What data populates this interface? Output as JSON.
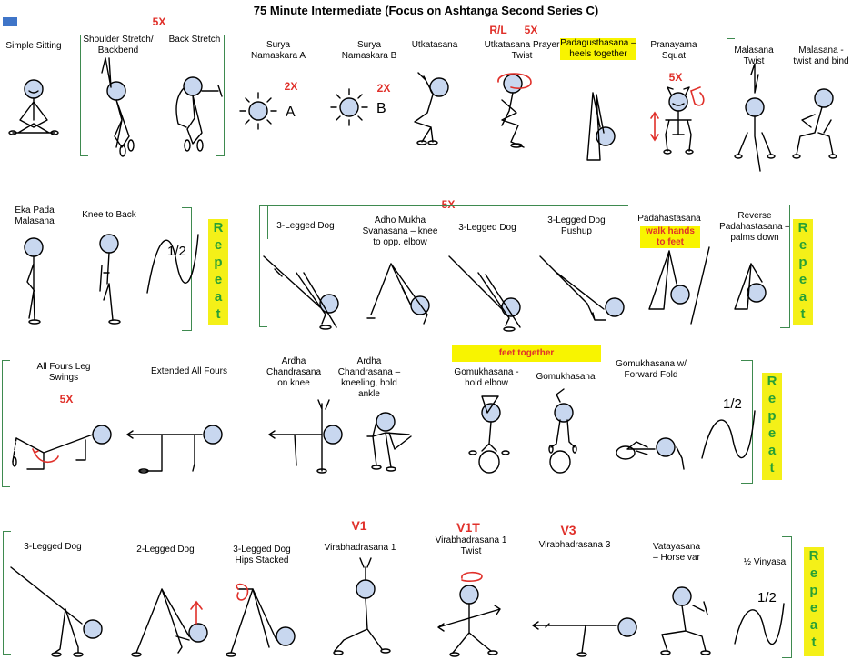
{
  "title": "75 Minute Intermediate (Focus on Ashtanga Second Series C)",
  "colors": {
    "accent_red": "#e0302a",
    "highlight_yellow": "#f8f400",
    "repeat_green": "#28a035",
    "bracket_green": "#3e8a4f",
    "corner_blue": "#3f75c8"
  },
  "row1": {
    "simple_sitting": "Simple Sitting",
    "shoulder_stretch": "Shoulder Stretch/ Backbend",
    "back_stretch": "Back Stretch",
    "bracket_count": "5X",
    "surya_a": "Surya Namaskara A",
    "surya_a_count": "2X",
    "surya_a_letter": "A",
    "surya_b": "Surya Namaskara B",
    "surya_b_count": "2X",
    "surya_b_letter": "B",
    "utkatasana": "Utkatasana",
    "utkatasana_twist": "Utkatasana Prayer Twist",
    "twist_side": "R/L",
    "twist_count": "5X",
    "padagusthasana": "Padagusthasana – heels together",
    "pranayama_squat": "Pranayama Squat",
    "pranayama_count": "5X",
    "malasana_twist": "Malasana Twist",
    "malasana_bind": "Malasana - twist and bind"
  },
  "row2": {
    "eka_pada": "Eka Pada Malasana",
    "knee_to_back": "Knee to Back",
    "half": "1/2",
    "repeat": "Repeat",
    "bracket_count": "5X",
    "three_legged_dog": "3-Legged Dog",
    "adho_mukha": "Adho Mukha Svanasana – knee to opp. elbow",
    "three_legged_dog_2": "3-Legged Dog",
    "three_legged_pushup": "3-Legged Dog Pushup",
    "padahastasana": "Padahastasana",
    "walk_hands": "walk hands to feet",
    "reverse_pada": "Reverse Padahastasana – palms down",
    "repeat_2": "Repeat"
  },
  "row3": {
    "all_fours": "All Fours Leg Swings",
    "all_fours_count": "5X",
    "extended": "Extended All Fours",
    "ardha_knee": "Ardha Chandrasana on knee",
    "ardha_kneeling": "Ardha Chandrasana – kneeling, hold ankle",
    "feet_together": "feet together",
    "gomukh_elbow": "Gomukhasana -hold elbow",
    "gomukh": "Gomukhasana",
    "gomukh_fold": "Gomukhasana w/ Forward Fold",
    "half": "1/2",
    "repeat": "Repeat"
  },
  "row4": {
    "three_legged_dog": "3-Legged Dog",
    "two_legged_dog": "2-Legged Dog",
    "hips_stacked": "3-Legged Dog Hips Stacked",
    "v1": "V1",
    "virabhadrasana1": "Virabhadrasana 1",
    "v1t": "V1T",
    "virabhadrasana1_twist": "Virabhadrasana 1 Twist",
    "v3": "V3",
    "virabhadrasana3": "Virabhadrasana 3",
    "vatayasana": "Vatayasana – Horse var",
    "half_vinyasa": "½ Vinyasa",
    "half": "1/2",
    "repeat": "Repeat"
  }
}
